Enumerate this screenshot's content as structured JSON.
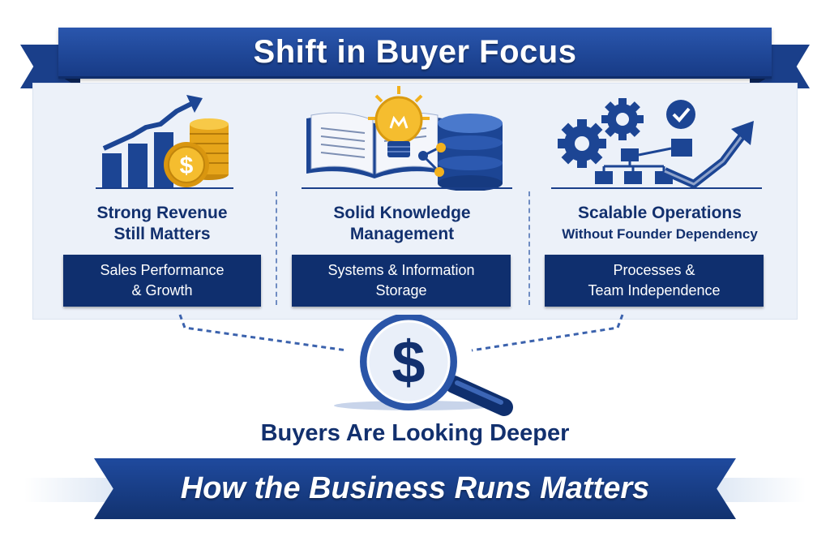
{
  "header": {
    "title": "Shift in Buyer Focus"
  },
  "columns": [
    {
      "icon": "revenue-growth-icon",
      "title_lines": [
        "Strong Revenue",
        "Still Matters"
      ],
      "box_lines": [
        "Sales Performance",
        "& Growth"
      ]
    },
    {
      "icon": "knowledge-database-icon",
      "title_lines": [
        "Solid Knowledge",
        "Management"
      ],
      "box_lines": [
        "Systems & Information",
        "Storage"
      ]
    },
    {
      "icon": "scalable-operations-icon",
      "title_lines": [
        "Scalable Operations",
        "Without Founder Dependency"
      ],
      "box_lines": [
        "Processes &",
        "Team Independence"
      ]
    }
  ],
  "center": {
    "icon": "magnifier-dollar-icon",
    "label": "Buyers Are Looking Deeper"
  },
  "footer": {
    "banner": "How the Business Runs Matters"
  },
  "colors": {
    "navy": "#12306e",
    "blue": "#1a3f8a",
    "gold": "#f2b11d",
    "panel": "#ecf1f9"
  }
}
